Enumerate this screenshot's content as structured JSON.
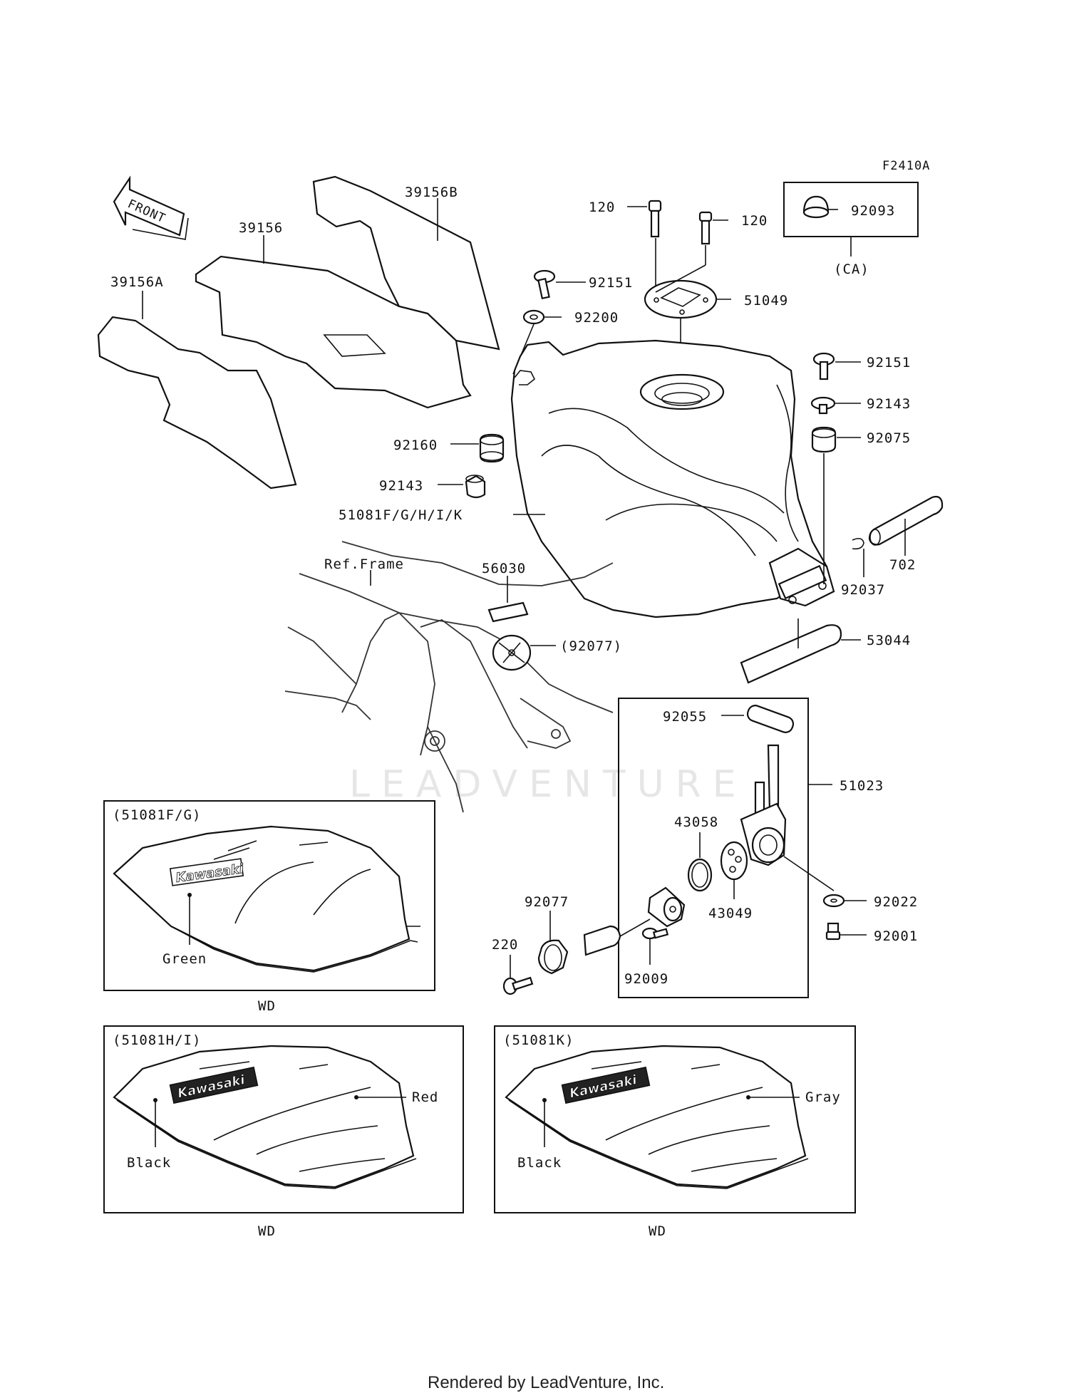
{
  "figure_code": "F2410A",
  "front_arrow": "FRONT",
  "part_labels": {
    "p39156B": "39156B",
    "p39156": "39156",
    "p39156A": "39156A",
    "p120a": "120",
    "p120b": "120",
    "p92093": "92093",
    "pCA": "(CA)",
    "p92151a": "92151",
    "p92200": "92200",
    "p51049": "51049",
    "p92151b": "92151",
    "p92143a": "92143",
    "p92075": "92075",
    "p92160": "92160",
    "p92143b": "92143",
    "p51081": "51081F/G/H/I/K",
    "p702": "702",
    "p92037": "92037",
    "pRefFrame": "Ref.Frame",
    "p56030": "56030",
    "p92077a": "(92077)",
    "p53044": "53044",
    "p92055": "92055",
    "p51023": "51023",
    "p43058": "43058",
    "p43049": "43049",
    "p92077b": "92077",
    "p220": "220",
    "p92022": "92022",
    "p92001": "92001",
    "p92009": "92009"
  },
  "variants": [
    {
      "title": "(51081F/G)",
      "logo": "Kawasaki",
      "color1": "Green",
      "footer": "WD"
    },
    {
      "title": "(51081H/I)",
      "logo": "Kawasaki",
      "color1": "Black",
      "color2": "Red",
      "footer": "WD"
    },
    {
      "title": "(51081K)",
      "logo": "Kawasaki",
      "color1": "Black",
      "color2": "Gray",
      "footer": "WD"
    }
  ],
  "watermark": "LEADVENTURE",
  "rendered_by": "Rendered by LeadVenture, Inc."
}
